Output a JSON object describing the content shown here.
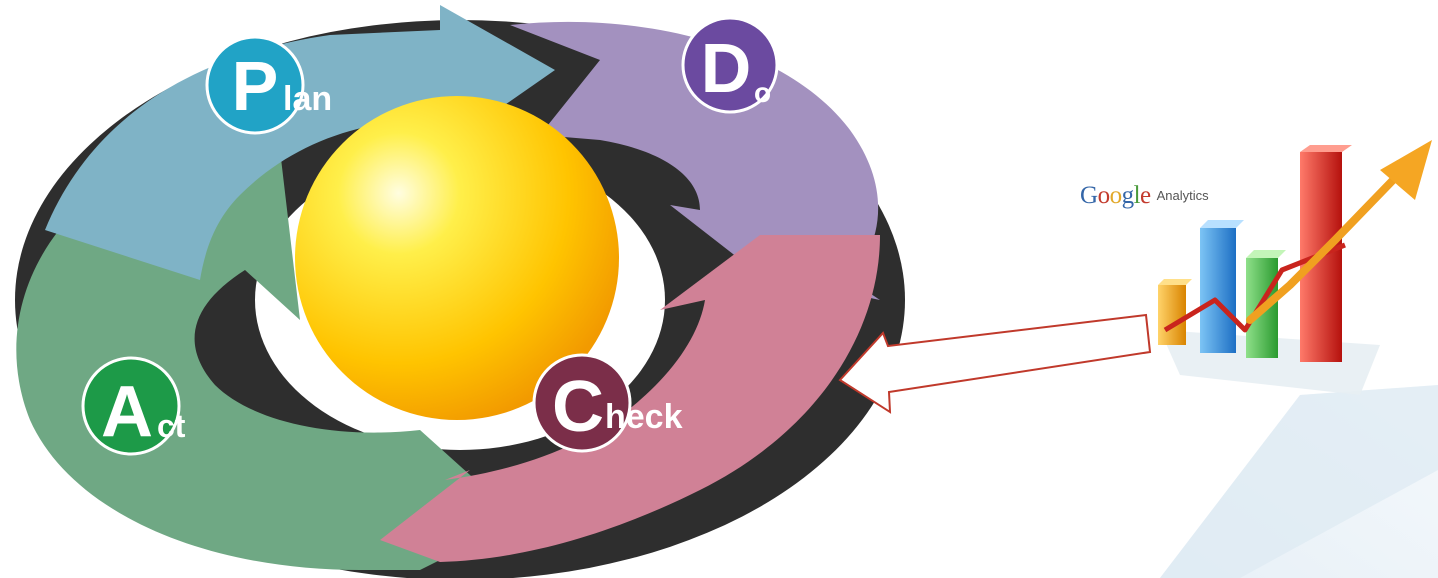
{
  "cycle": {
    "stages": [
      {
        "key": "plan",
        "initial": "P",
        "rest": "lan",
        "arrow_color": "#7fb3c6",
        "badge_color": "#21a3c6"
      },
      {
        "key": "do",
        "initial": "D",
        "rest": "o",
        "arrow_color": "#a391bf",
        "badge_color": "#6b4aa0"
      },
      {
        "key": "check",
        "initial": "C",
        "rest": "heck",
        "arrow_color": "#d08196",
        "badge_color": "#7b2e49"
      },
      {
        "key": "act",
        "initial": "A",
        "rest": "ct",
        "arrow_color": "#6fa884",
        "badge_color": "#1d9a48"
      }
    ],
    "center_sphere_color": "#ffcc00"
  },
  "pointer_arrow": {
    "stroke_color": "#c0392b",
    "direction": "left"
  },
  "analytics_logo": {
    "brand": "Google",
    "product": "Analytics",
    "brand_letter_colors": [
      "#3466a8",
      "#c33b2e",
      "#e2a92a",
      "#3466a8",
      "#4a9a3b",
      "#c33b2e"
    ],
    "bar_colors": [
      "#f0a020",
      "#2a7fd0",
      "#3aa63a",
      "#d0231f"
    ],
    "trend_arrow_color": "#f0a020",
    "icon": "bar-chart-with-trend-arrow"
  }
}
